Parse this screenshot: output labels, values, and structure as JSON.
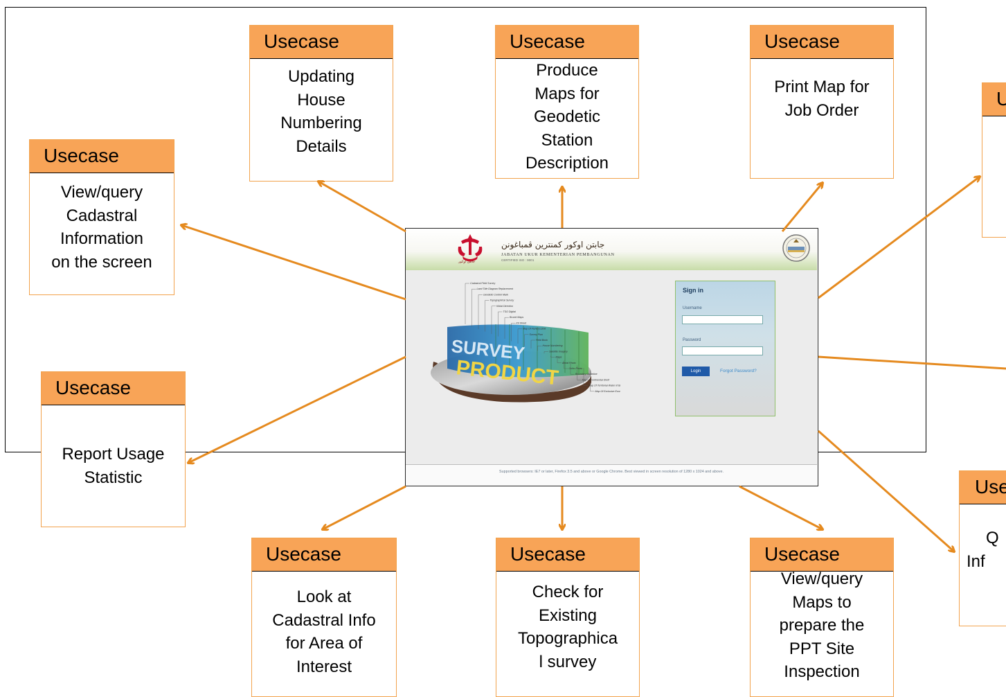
{
  "usecases": [
    {
      "id": "view-query-cadastral",
      "header": "Usecase",
      "lines": [
        "View/query",
        "Cadastral",
        "Information",
        "on the screen"
      ]
    },
    {
      "id": "updating-house-numbering",
      "header": "Usecase",
      "lines": [
        "Updating",
        "House",
        "Numbering",
        "Details"
      ]
    },
    {
      "id": "produce-maps-geodetic",
      "header": "Usecase",
      "lines": [
        "Produce",
        "Maps for",
        "Geodetic",
        "Station",
        "Description"
      ]
    },
    {
      "id": "print-map-job-order",
      "header": "Usecase",
      "lines": [
        "Print Map for",
        "Job Order"
      ]
    },
    {
      "id": "partial-right-top",
      "header": "Usecase",
      "lines": []
    },
    {
      "id": "report-usage-statistic",
      "header": "Usecase",
      "lines": [
        "Report Usage",
        "Statistic"
      ]
    },
    {
      "id": "look-at-cadastral-info",
      "header": "Usecase",
      "lines": [
        "Look at",
        "Cadastral Info",
        "for  Area of",
        "Interest"
      ]
    },
    {
      "id": "check-existing-topographical",
      "header": "Usecase",
      "lines": [
        "Check for",
        "Existing",
        "Topographica",
        "l survey"
      ]
    },
    {
      "id": "view-query-maps-ppt",
      "header": "Usecase",
      "lines": [
        "View/query",
        "Maps to",
        "prepare the",
        "PPT Site",
        "Inspection"
      ]
    },
    {
      "id": "partial-right-bottom",
      "header": "Usecase",
      "lines": [
        "Q",
        "Inf"
      ]
    }
  ],
  "screenshot": {
    "arabic_title": "جابتن اوكور كمنترين ڤمباغونن",
    "department": "JABATAN UKUR KEMENTERIAN PEMBANGUNAN",
    "certification": "CERTIFIED ISO : 9001",
    "crest_caption": "جابتن اوكور",
    "art_word_1": "SURVEY",
    "art_word_2": "PRODUCT",
    "art_labels": [
      "Cadastral Field Survey",
      "Land Title Diagram Replacement",
      "Geodetic Control Mark",
      "Topographical Survey",
      "Kiblat Direction",
      "TSO Digital",
      "Brunei Maps",
      "Kit Sheet",
      "Map Of Fishery Limit",
      "Survey Plan",
      "Field Book",
      "House Numbering",
      "Satellite Imagery",
      "Maps",
      "Aerial Photo",
      "Ortho Photo",
      "Boundary Guideline",
      "Map of Continental Shelf",
      "Map Of Territorial Water of Brunei Darussalam",
      "Map Of Exclusive Economic Zone Of Brunei"
    ],
    "signin": {
      "title": "Sign in",
      "username_label": "Username",
      "password_label": "Password",
      "login_button": "Login",
      "forgot_link": "Forgot Password?"
    },
    "footer_text": "Supported browsers: IE7 or later, Firefox 3.5 and above or Google Chrome. Best viewed in screen resolution of 1280 x 1024 and above."
  },
  "colors": {
    "header_fill": "#f8a457",
    "box_border": "#f2a24c",
    "arrow": "#e58a1f",
    "frame": "#000000"
  }
}
